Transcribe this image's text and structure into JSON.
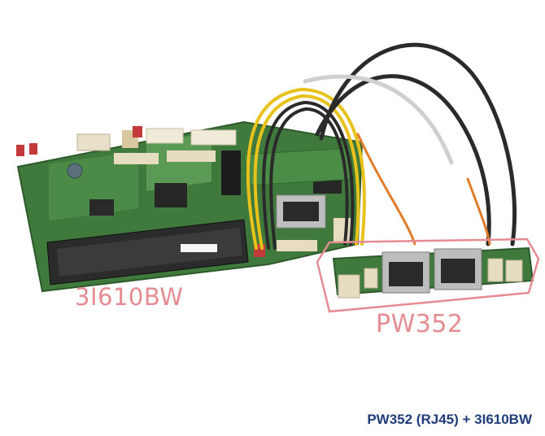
{
  "labels": {
    "main_board": "3I610BW",
    "module": "PW352",
    "caption": "PW352 (RJ45) + 3I610BW"
  },
  "colors": {
    "label_pink": "#e58c93",
    "caption_navy": "#1f3d7a",
    "pcb_green": "#3f7a3c",
    "cable_yellow": "#e8c21b",
    "cable_black": "#2a2a2a"
  }
}
